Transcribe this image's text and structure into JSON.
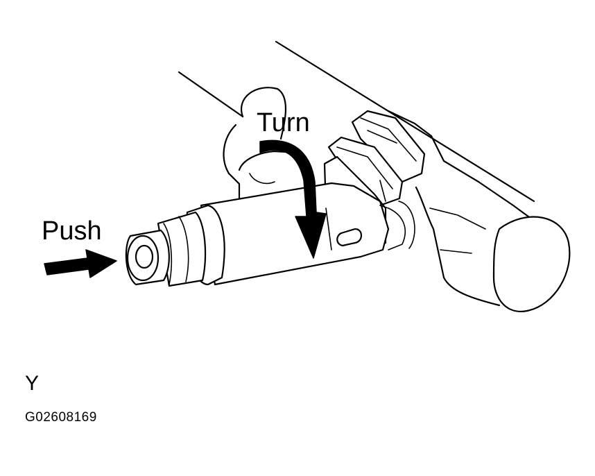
{
  "labels": {
    "turn": "Turn",
    "push": "Push",
    "view_letter": "Y",
    "figure_code": "G02608169"
  },
  "colors": {
    "ink": "#000000",
    "paper": "#ffffff"
  }
}
